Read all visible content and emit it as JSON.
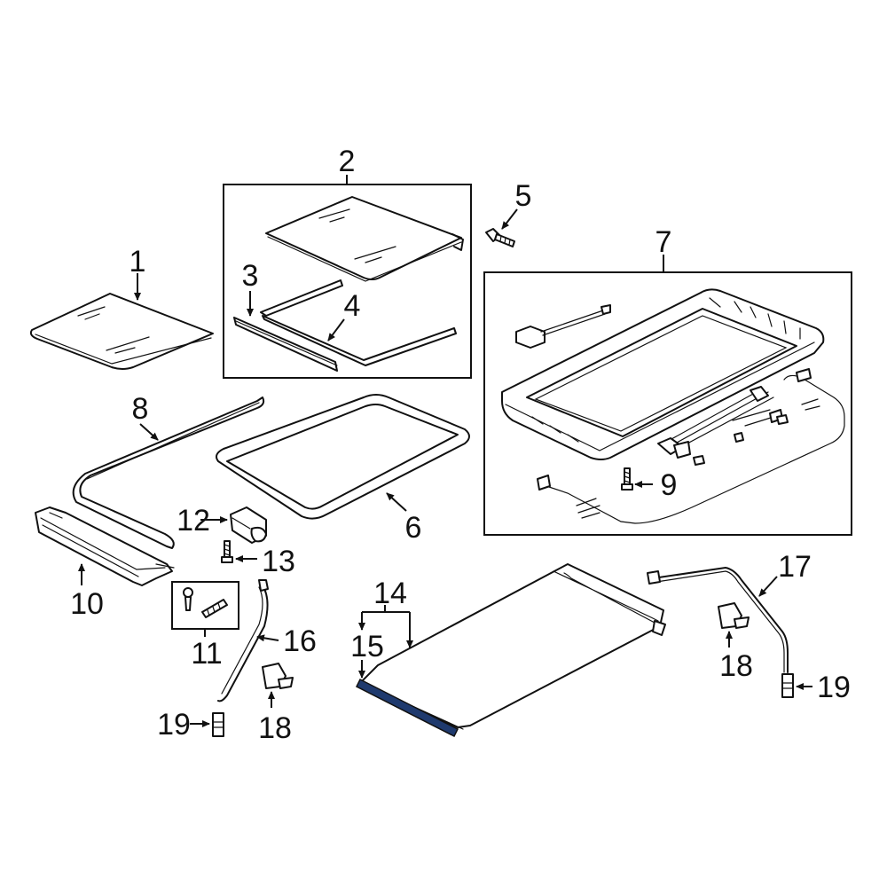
{
  "diagram": {
    "callouts": {
      "c1": "1",
      "c2": "2",
      "c3": "3",
      "c4": "4",
      "c5": "5",
      "c6": "6",
      "c7": "7",
      "c8": "8",
      "c9": "9",
      "c10": "10",
      "c11": "11",
      "c12": "12",
      "c13": "13",
      "c14": "14",
      "c15": "15",
      "c16": "16",
      "c17": "17",
      "c18a": "18",
      "c18b": "18",
      "c19a": "19",
      "c19b": "19"
    },
    "highlight_color": "#1f3a6e"
  }
}
